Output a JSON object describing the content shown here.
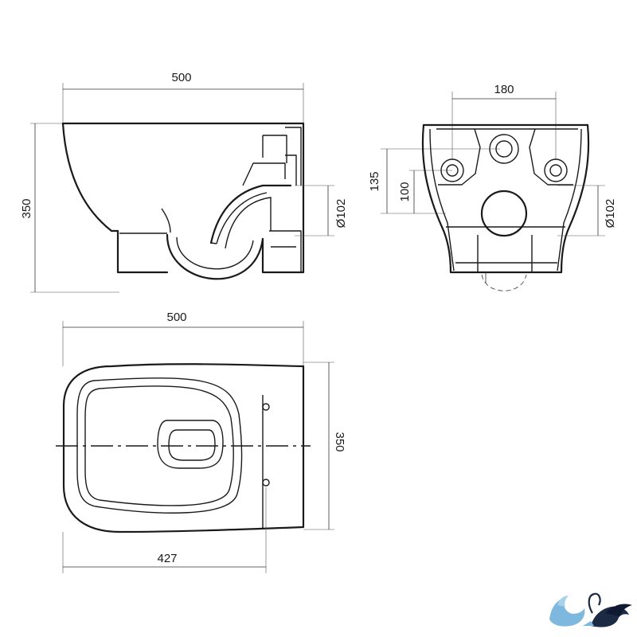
{
  "side_view": {
    "width_label": "500",
    "height_label": "350",
    "outlet_label": "Ø102"
  },
  "rear_view": {
    "bolt_spacing_label": "180",
    "height_a_label": "135",
    "height_b_label": "100",
    "outlet_label": "Ø102"
  },
  "top_view": {
    "width_label": "500",
    "depth_label": "350",
    "bowl_length_label": "427"
  },
  "logo": {
    "text": "",
    "colors": {
      "light": "#7fb8de",
      "dark": "#1c2a44"
    }
  }
}
